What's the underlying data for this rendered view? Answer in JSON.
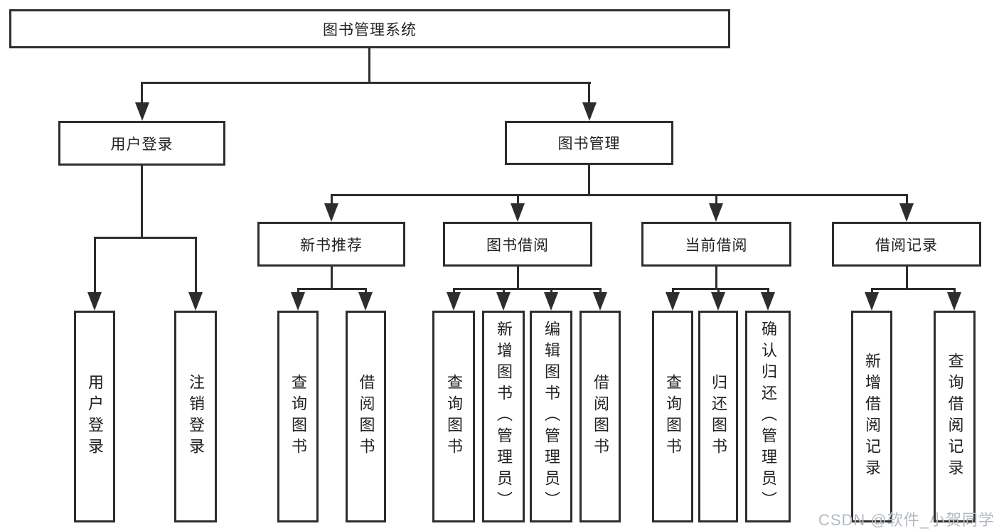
{
  "tree": {
    "root": {
      "label": "图书管理系统"
    },
    "children": [
      {
        "label": "用户登录",
        "leaves": [
          {
            "label": "用户登录"
          },
          {
            "label": "注销登录"
          }
        ]
      },
      {
        "label": "图书管理",
        "sections": [
          {
            "label": "新书推荐",
            "leaves": [
              {
                "label": "查询图书"
              },
              {
                "label": "借阅图书"
              }
            ]
          },
          {
            "label": "图书借阅",
            "leaves": [
              {
                "label": "查询图书"
              },
              {
                "label": "新增图书（管理员）"
              },
              {
                "label": "编辑图书（管理员）"
              },
              {
                "label": "借阅图书"
              }
            ]
          },
          {
            "label": "当前借阅",
            "leaves": [
              {
                "label": "查询图书"
              },
              {
                "label": "归还图书"
              },
              {
                "label": "确认归还（管理员）"
              }
            ]
          },
          {
            "label": "借阅记录",
            "leaves": [
              {
                "label": "新增借阅记录"
              },
              {
                "label": "查询借阅记录"
              }
            ]
          }
        ]
      }
    ]
  },
  "watermark": "CSDN @软件_小贺同学",
  "colors": {
    "line": "#2d2d2d",
    "text": "#222222",
    "background": "#ffffff",
    "watermark": "#b3b9bf"
  }
}
